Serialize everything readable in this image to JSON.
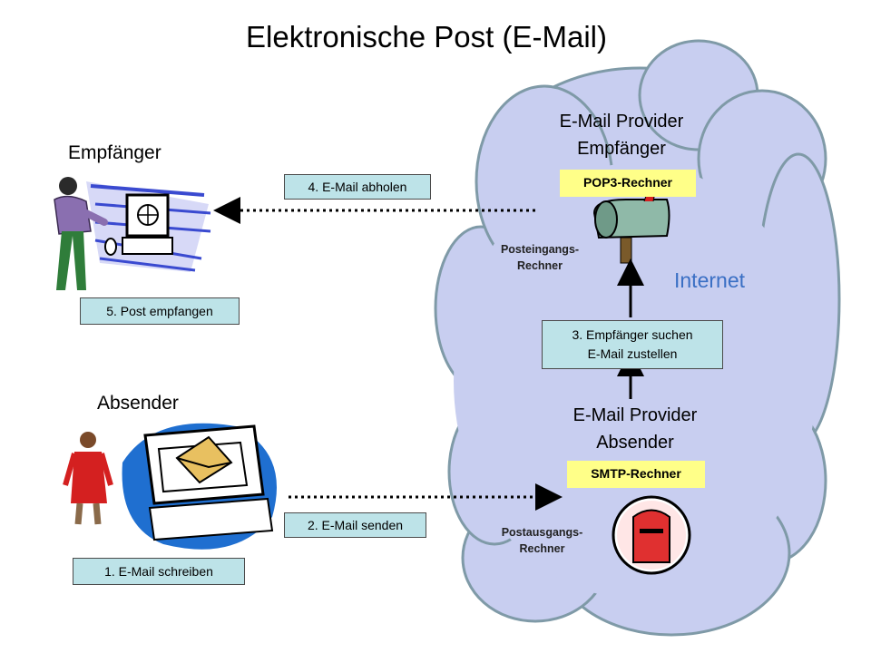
{
  "title": "Elektronische Post (E-Mail)",
  "recipient": {
    "heading": "Empfänger",
    "step_fetch": "4. E-Mail abholen",
    "step_receive": "5. Post empfangen"
  },
  "sender": {
    "heading": "Absender",
    "step_send": "2. E-Mail senden",
    "step_write": "1. E-Mail schreiben"
  },
  "cloud": {
    "label": "Internet",
    "recipient_provider": {
      "line1": "E-Mail Provider",
      "line2": "Empfänger",
      "server": "POP3-Rechner",
      "machine_line1": "Posteingangs-",
      "machine_line2": "Rechner"
    },
    "sender_provider": {
      "line1": "E-Mail Provider",
      "line2": "Absender",
      "server": "SMTP-Rechner",
      "machine_line1": "Postausgangs-",
      "machine_line2": "Rechner"
    },
    "step_deliver": {
      "line1": "3. Empfänger suchen",
      "line2": "E-Mail zustellen"
    }
  },
  "colors": {
    "cloud_fill": "#c8cef0",
    "cloud_stroke": "#7f9aa7",
    "info_box": "#bde3e8",
    "server_label": "#ffff88",
    "internet_text": "#3a6fc4"
  }
}
